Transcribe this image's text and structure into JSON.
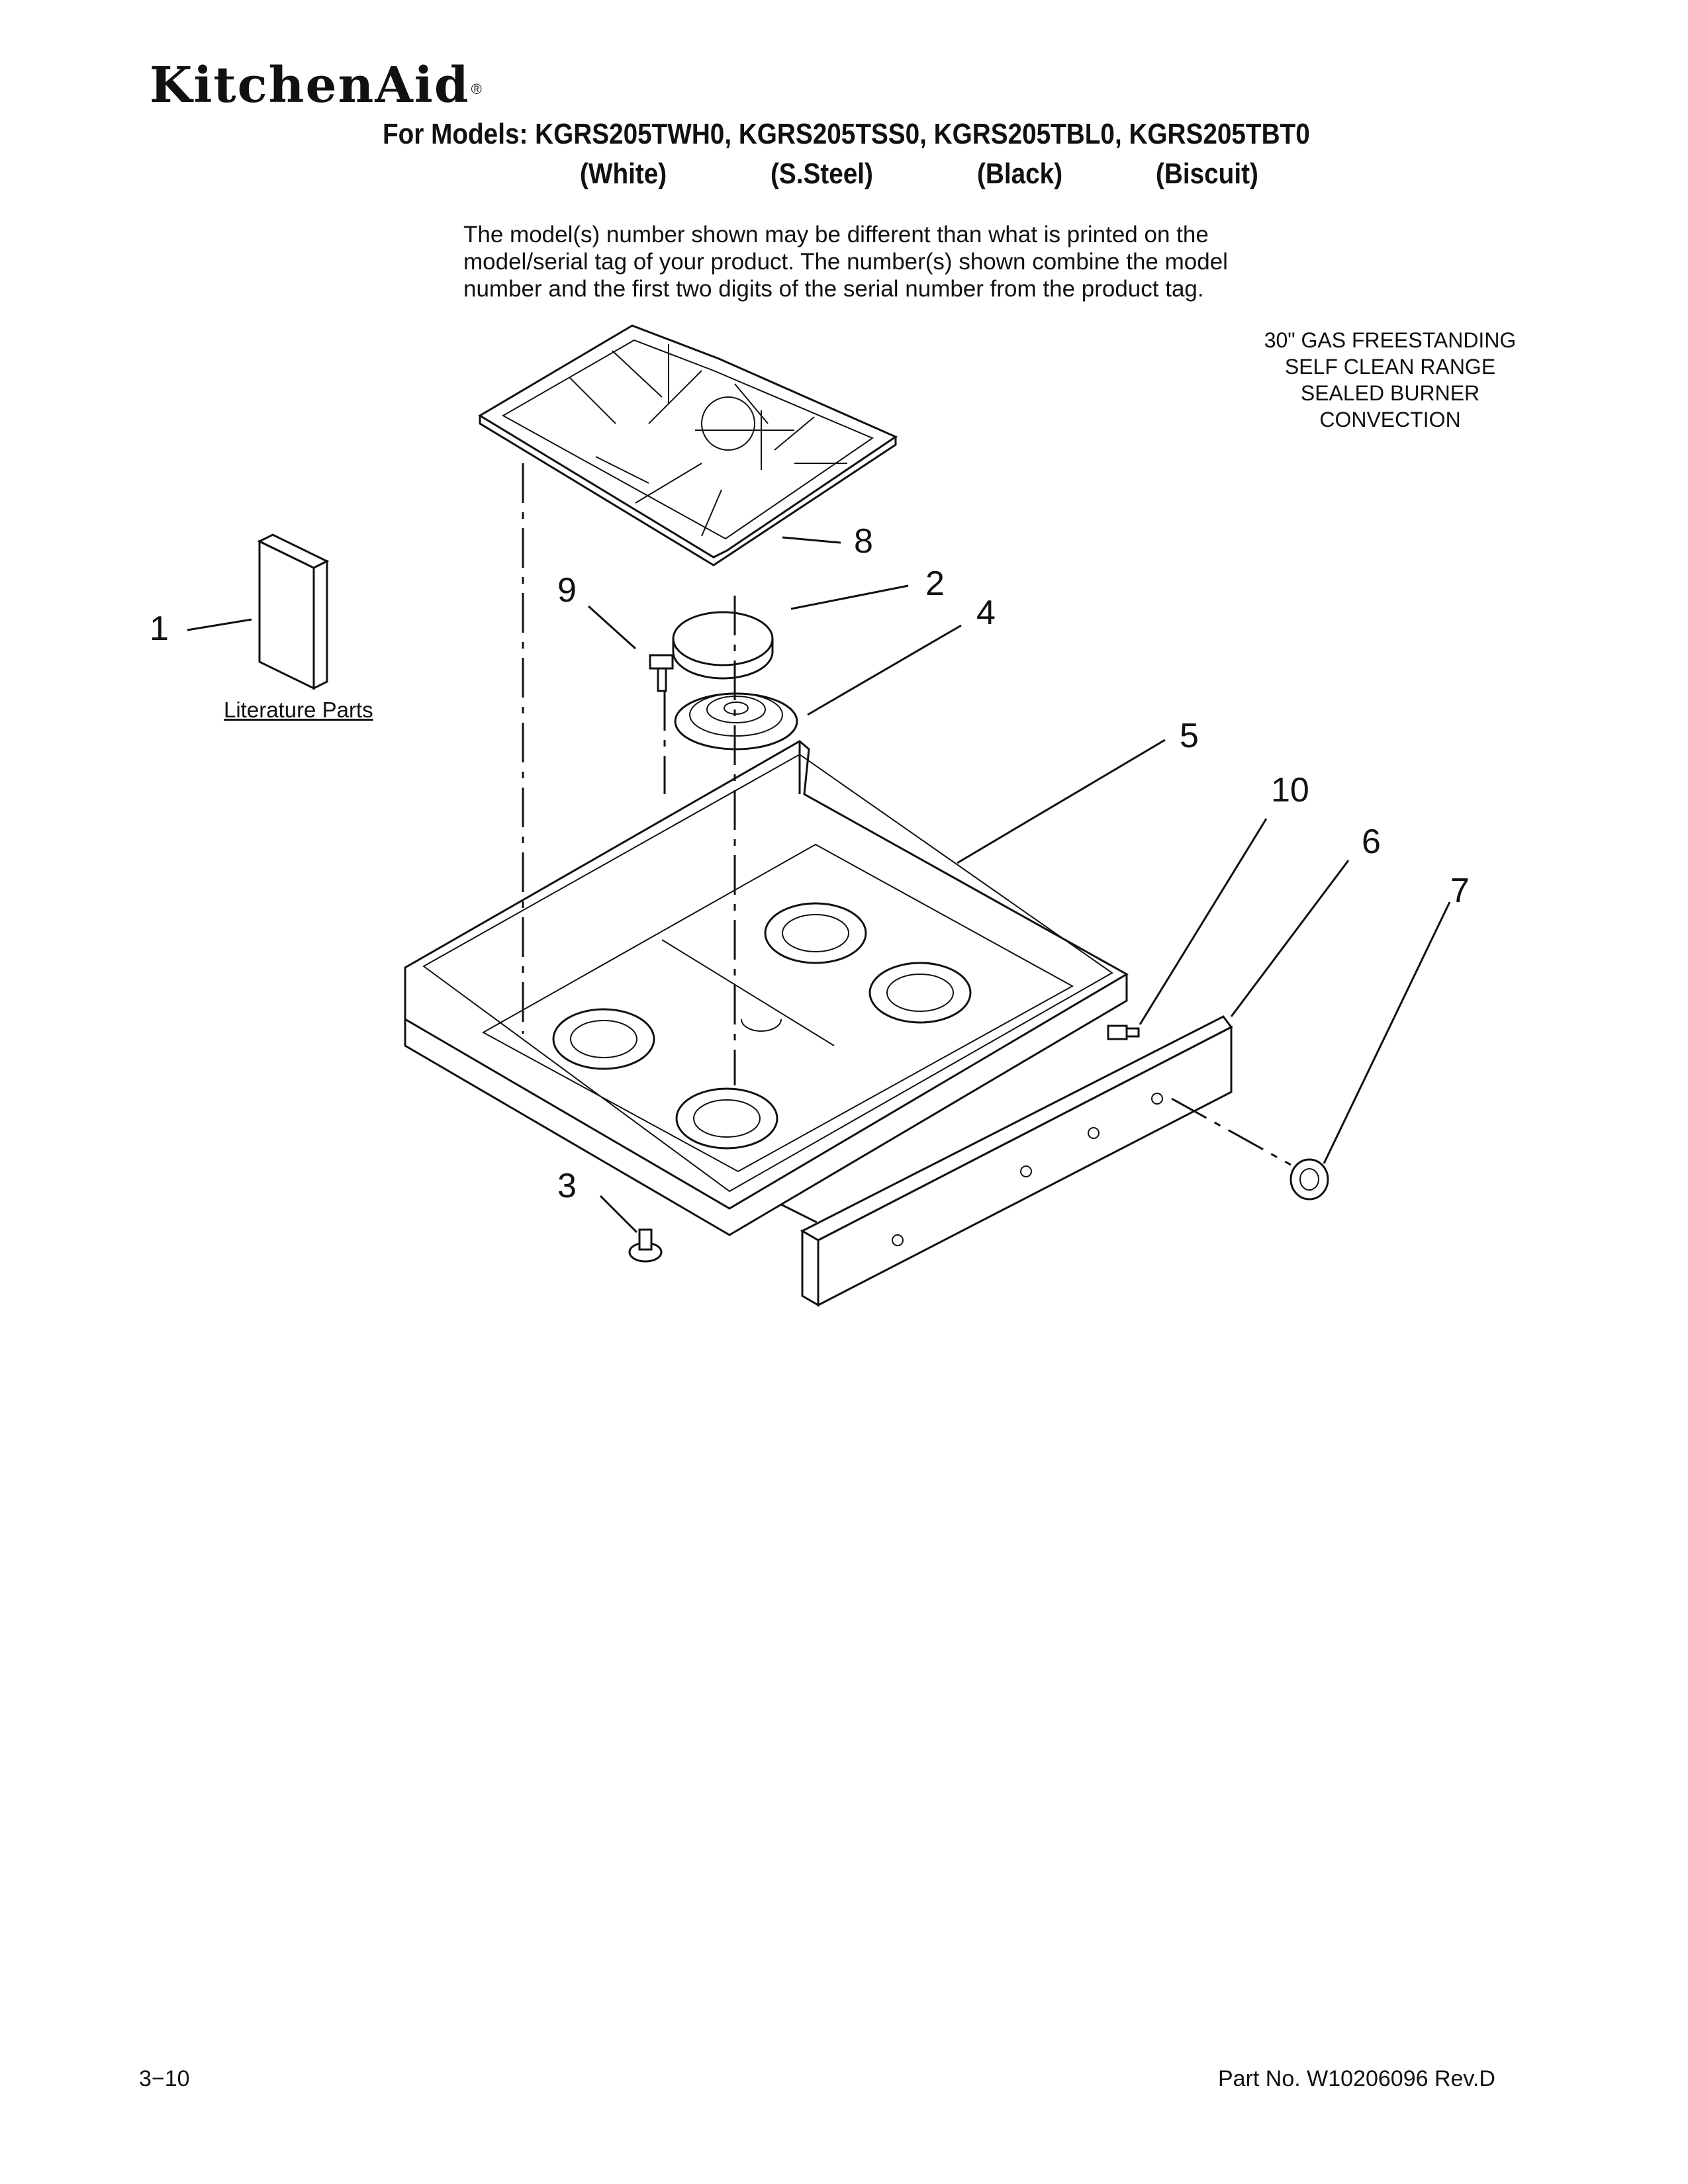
{
  "header": {
    "brand": "KitchenAid",
    "registered_mark": "®",
    "models_line": "For Models: KGRS205TWH0, KGRS205TSS0, KGRS205TBL0, KGRS205TBT0",
    "variants": [
      "(White)",
      "(S.Steel)",
      "(Black)",
      "(Biscuit)"
    ]
  },
  "note": {
    "line1": "The model(s) number shown may be different than what is printed on the",
    "line2": "model/serial tag of your product. The number(s) shown combine the model",
    "line3": "number and the first two digits of the serial number from the product tag."
  },
  "product": {
    "line1": "30\" GAS FREESTANDING",
    "line2": "SELF CLEAN RANGE",
    "line3": "SEALED BURNER",
    "line4": "CONVECTION"
  },
  "callouts": [
    "1",
    "2",
    "3",
    "4",
    "5",
    "6",
    "7",
    "8",
    "9",
    "10"
  ],
  "literature_label": "Literature Parts",
  "footer": {
    "page": "3−10",
    "part_no": "Part No. W10206096 Rev.D"
  }
}
